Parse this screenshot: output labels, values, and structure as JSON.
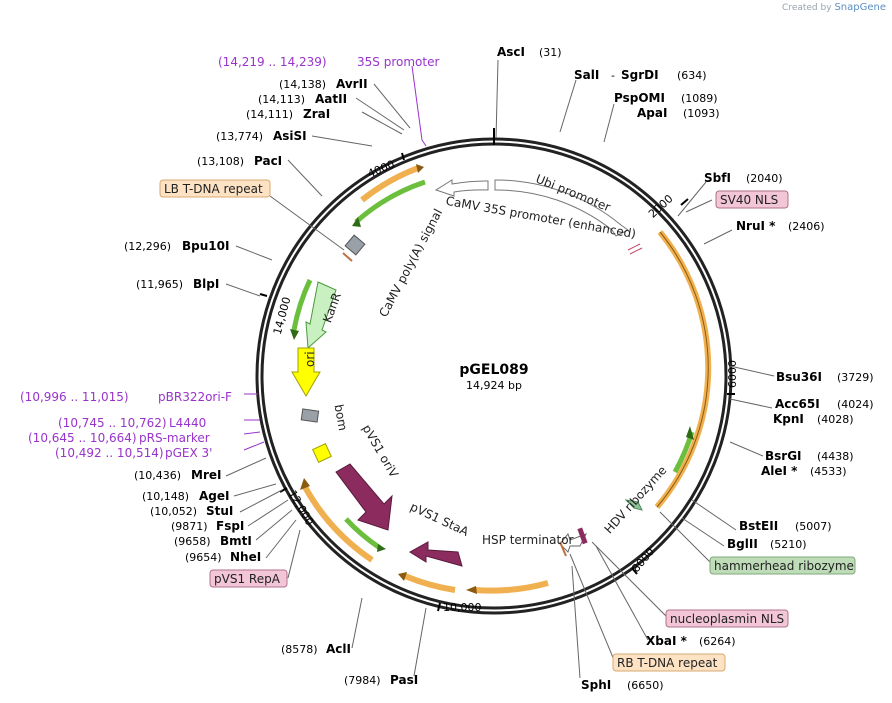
{
  "credit": {
    "prefix": "Created by",
    "brand": "SnapGene"
  },
  "plasmid": {
    "name": "pGEL089",
    "size_label": "14,924 bp"
  },
  "ticks": [
    "2000",
    "4000",
    "6000",
    "8000",
    "10,000",
    "12,000",
    "14,000"
  ],
  "enzymes": [
    {
      "name": "AscI",
      "pos": "(31)"
    },
    {
      "name": "SalI",
      "pos": ""
    },
    {
      "name": "SgrDI",
      "pos": "(634)"
    },
    {
      "name": "PspOMI",
      "pos": "(1089)"
    },
    {
      "name": "ApaI",
      "pos": "(1093)"
    },
    {
      "name": "SbfI",
      "pos": "(2040)"
    },
    {
      "name": "NruI *",
      "pos": "(2406)"
    },
    {
      "name": "Bsu36I",
      "pos": "(3729)"
    },
    {
      "name": "Acc65I",
      "pos": "(4024)"
    },
    {
      "name": "KpnI",
      "pos": "(4028)"
    },
    {
      "name": "BsrGI",
      "pos": "(4438)"
    },
    {
      "name": "AleI *",
      "pos": "(4533)"
    },
    {
      "name": "BstEII",
      "pos": "(5007)"
    },
    {
      "name": "BglII",
      "pos": "(5210)"
    },
    {
      "name": "XbaI *",
      "pos": "(6264)"
    },
    {
      "name": "SphI",
      "pos": "(6650)"
    },
    {
      "name": "PasI",
      "pos": "(7984)"
    },
    {
      "name": "AclI",
      "pos": "(8578)"
    },
    {
      "name": "NheI",
      "pos": "(9654)"
    },
    {
      "name": "BmtI",
      "pos": "(9658)"
    },
    {
      "name": "FspI",
      "pos": "(9871)"
    },
    {
      "name": "StuI",
      "pos": "(10,052)"
    },
    {
      "name": "AgeI",
      "pos": "(10,148)"
    },
    {
      "name": "MreI",
      "pos": "(10,436)"
    },
    {
      "name": "BlpI",
      "pos": "(11,965)"
    },
    {
      "name": "Bpu10I",
      "pos": "(12,296)"
    },
    {
      "name": "PacI",
      "pos": "(13,108)"
    },
    {
      "name": "AsiSI",
      "pos": "(13,774)"
    },
    {
      "name": "ZraI",
      "pos": "(14,111)"
    },
    {
      "name": "AatII",
      "pos": "(14,113)"
    },
    {
      "name": "AvrII",
      "pos": "(14,138)"
    }
  ],
  "sgrdi_dash": "-",
  "primers": [
    {
      "range": "(14,219 .. 14,239)",
      "name": "35S promoter"
    },
    {
      "range": "(10,996 .. 11,015)",
      "name": "pBR322ori-F"
    },
    {
      "range": "(10,745 .. 10,762)",
      "name": "L4440"
    },
    {
      "range": "(10,645 .. 10,664)",
      "name": "pRS-marker"
    },
    {
      "range": "(10,492 .. 10,514)",
      "name": "pGEX 3'"
    }
  ],
  "boxed_features": [
    {
      "label": "LB T-DNA repeat",
      "fill": "#fde3c4",
      "stroke": "#d9a870"
    },
    {
      "label": "SV40 NLS",
      "fill": "#f2c6d6",
      "stroke": "#b0708a"
    },
    {
      "label": "hammerhead ribozyme",
      "fill": "#bfdcb8",
      "stroke": "#7fa87a"
    },
    {
      "label": "nucleoplasmin NLS",
      "fill": "#f2c6d6",
      "stroke": "#b0708a"
    },
    {
      "label": "RB T-DNA repeat",
      "fill": "#fde3c4",
      "stroke": "#d9a870"
    },
    {
      "label": "pVS1 RepA",
      "fill": "#f2c6d6",
      "stroke": "#b0708a"
    }
  ],
  "inner_features": [
    {
      "label": "Ubi promoter"
    },
    {
      "label": "CaMV 35S promoter (enhanced)"
    },
    {
      "label": "CaMV poly(A) signal"
    },
    {
      "label": "KanR"
    },
    {
      "label": "ori"
    },
    {
      "label": "bom"
    },
    {
      "label": "pVS1 oriV"
    },
    {
      "label": "pVS1 StaA"
    },
    {
      "label": "HSP terminator"
    },
    {
      "label": "HDV ribozyme"
    }
  ],
  "colors": {
    "backbone": "#222222",
    "orange_feature": "#f0b050",
    "green_feature": "#6cbf3c",
    "kanr": "#c8f0c0",
    "ori": "#ffff00",
    "maroon": "#8b2b5e",
    "primer": "#9933cc"
  }
}
